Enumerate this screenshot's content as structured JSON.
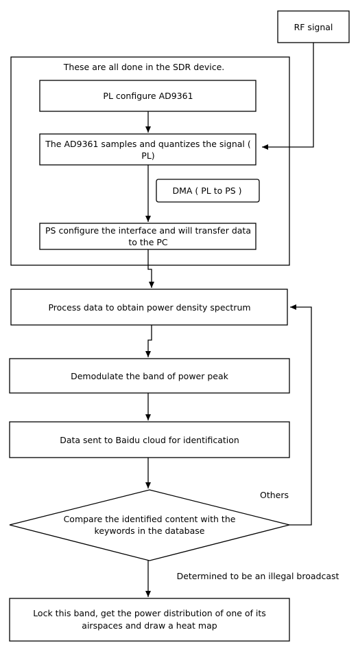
{
  "nodes": {
    "rf_signal": "RF signal",
    "sdr_group_label": "These are all done in the SDR device.",
    "pl_configure": "PL configure AD9361",
    "ad9361_samples": [
      "The AD9361 samples and quantizes the signal (",
      "PL)"
    ],
    "dma": "DMA ( PL to PS )",
    "ps_configure": [
      "PS configure the interface and will transfer data",
      "to the PC"
    ],
    "process_data": "Process data to obtain power density spectrum",
    "demodulate": "Demodulate the band of power peak",
    "baidu": "Data sent to Baidu cloud for identification",
    "compare": [
      "Compare the identified content with the",
      "keywords in the database"
    ],
    "lock_band": [
      "Lock this band, get the power distribution of one of its",
      "airspaces and draw a heat map"
    ]
  },
  "edges": {
    "others": "Others",
    "illegal": "Determined to be an illegal broadcast"
  }
}
